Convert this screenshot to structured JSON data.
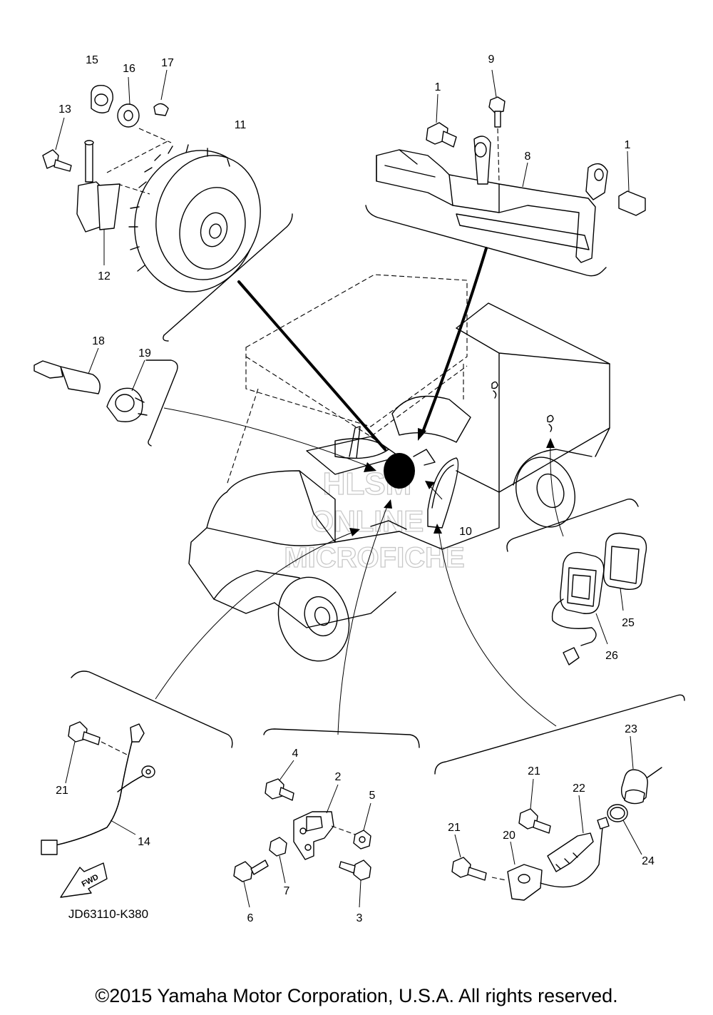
{
  "diagram": {
    "part_labels": [
      "1",
      "1",
      "2",
      "3",
      "4",
      "5",
      "6",
      "7",
      "8",
      "9",
      "10",
      "11",
      "12",
      "13",
      "14",
      "15",
      "16",
      "17",
      "18",
      "19",
      "20",
      "21",
      "21",
      "21",
      "22",
      "23",
      "24",
      "25",
      "26"
    ],
    "fwd_label": "FWD",
    "drawing_code": "JD63110-K380",
    "watermark": [
      "HLSM",
      "ONLINE",
      "MICROFICHE"
    ],
    "copyright": "©2015 Yamaha Motor Corporation, U.S.A. All rights reserved."
  }
}
